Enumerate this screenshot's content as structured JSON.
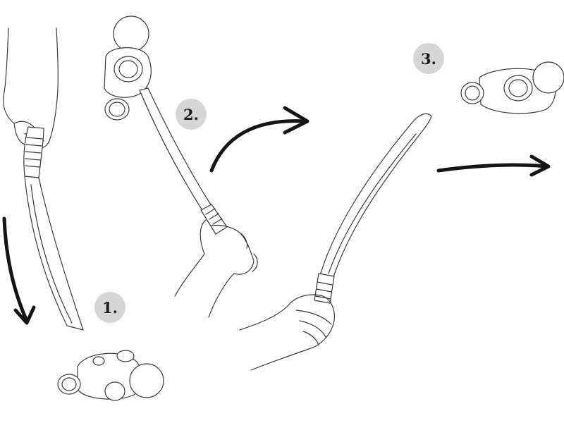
{
  "steps": [
    {
      "label": "1."
    },
    {
      "label": "2."
    },
    {
      "label": "3."
    }
  ],
  "colors": {
    "badge": "#d6d6d6",
    "line": "#3a3a3a",
    "arrow": "#141414",
    "background": "#ffffff"
  },
  "icons": [
    "arrow-down-icon",
    "arrow-curve-right-icon",
    "arrow-right-icon"
  ]
}
